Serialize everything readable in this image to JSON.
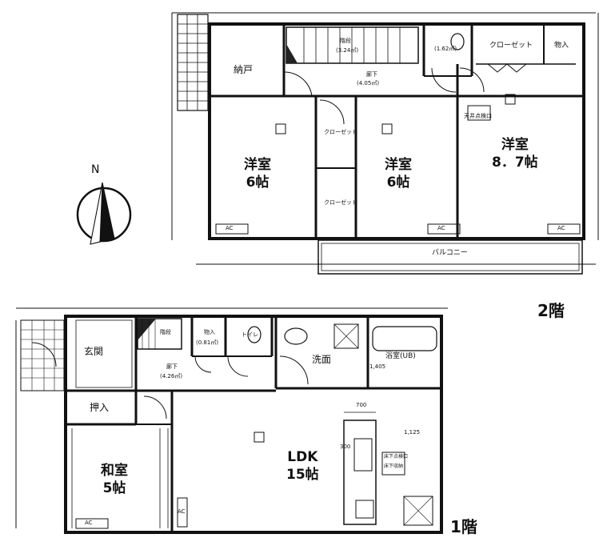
{
  "floor2": {
    "label": "2階",
    "rooms": {
      "nando": "納戸",
      "western_a_name": "洋室",
      "western_a_size": "6帖",
      "western_b_name": "洋室",
      "western_b_size": "6帖",
      "western_c_name": "洋室",
      "western_c_size": "8．7帖",
      "stair": "階段",
      "stair_area": "(3.24㎡)",
      "hall": "廊下",
      "hall_area": "(4.05㎡)",
      "toilet_area": "(1.62㎡)",
      "closet": "クローゼット",
      "storage": "物入",
      "balcony": "バルコニー",
      "attic_hatch": "天井点検口",
      "closet_small_a": "クローゼット",
      "closet_small_b": "クローゼット"
    },
    "ac_labels": [
      "AC",
      "AC",
      "AC"
    ]
  },
  "floor1": {
    "label": "1階",
    "rooms": {
      "genkan": "玄関",
      "oshiire": "押入",
      "washitsu_name": "和室",
      "washitsu_size": "5帖",
      "ldk_name": "LDK",
      "ldk_size": "15帖",
      "senmen": "洗面",
      "bath": "浴室(UB)",
      "storage": "物入",
      "storage_area": "(0.81㎡)",
      "stair": "階段",
      "hall": "廊下",
      "hall_area": "(4.26㎡)",
      "toilet": "トイレ",
      "underfloor_a": "床下点検口",
      "underfloor_b": "床下収納"
    },
    "dims": [
      "700",
      "300",
      "1,125",
      "1,405"
    ],
    "ac_labels": [
      "AC",
      "AC"
    ]
  },
  "compass": {
    "label": "N"
  }
}
